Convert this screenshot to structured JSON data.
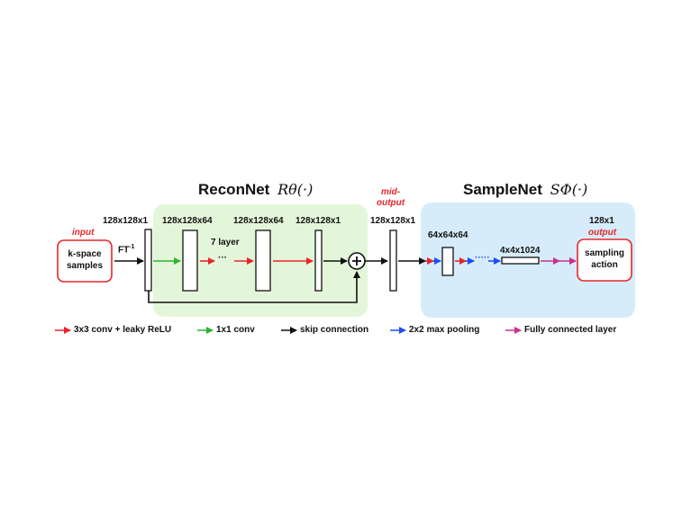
{
  "colors": {
    "red": "#e8262a",
    "green": "#2fb32f",
    "blue": "#1f4ef2",
    "magenta": "#cc2f8f",
    "black": "#111111",
    "recon_bg": "#e4f6d9",
    "sample_bg": "#d6ecfa"
  },
  "recon": {
    "title": "ReconNet",
    "math": "Rθ(·)"
  },
  "sample": {
    "title": "SampleNet",
    "math": "SΦ(·)"
  },
  "input": {
    "tag": "input",
    "line1": "k-space",
    "line2": "samples",
    "ft_label": "FT",
    "ft_sup": "-1",
    "dim": "128x128x1"
  },
  "recon_dims": {
    "d1": "128x128x64",
    "d2": "128x128x64",
    "d3": "128x128x1",
    "layers": "7 layer",
    "dots": "···"
  },
  "mid": {
    "tag_line1": "mid-",
    "tag_line2": "output",
    "dim": "128x128x1"
  },
  "sample_dims": {
    "d1": "64x64x64",
    "d2": "4x4x1024",
    "dots": "·····"
  },
  "output": {
    "tag": "output",
    "dim": "128x1",
    "line1": "sampling",
    "line2": "action"
  },
  "legend": {
    "conv3": "3x3 conv + leaky ReLU",
    "conv1": "1x1 conv",
    "skip": "skip connection",
    "pool": "2x2 max pooling",
    "fc": "Fully connected layer"
  },
  "symbols": {
    "plus": "+"
  }
}
